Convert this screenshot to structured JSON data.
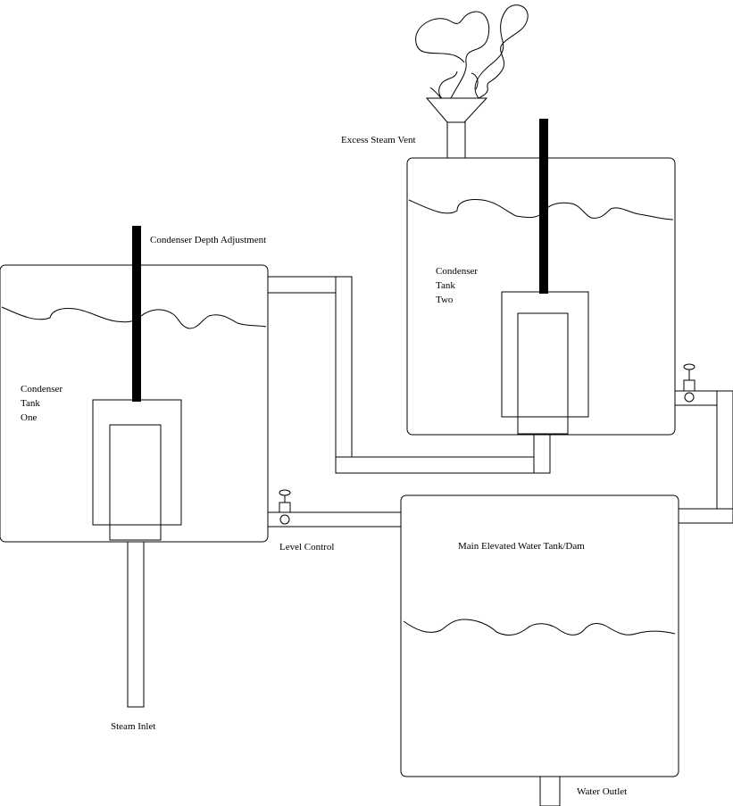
{
  "labels": {
    "excess_steam_vent": "Excess Steam Vent",
    "condenser_depth_adjustment": "Condenser Depth Adjustment",
    "condenser_tank_one": [
      "Condenser",
      "Tank",
      "One"
    ],
    "condenser_tank_two": [
      "Condenser",
      "Tank",
      "Two"
    ],
    "level_control": "Level Control",
    "main_tank": "Main Elevated Water Tank/Dam",
    "steam_inlet": "Steam Inlet",
    "water_outlet": "Water Outlet"
  },
  "colors": {
    "line": "#000000",
    "background": "#ffffff",
    "rod": "#000000"
  },
  "icons": [
    "steam-cloud-icon",
    "valve-icon"
  ]
}
